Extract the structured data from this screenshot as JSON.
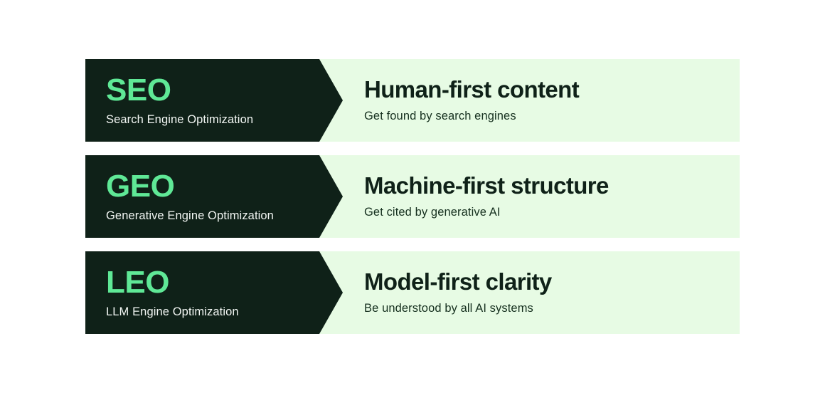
{
  "palette": {
    "canvas": "#ffffff",
    "panel_light": "#e7fbe4",
    "panel_dark": "#0f2118",
    "accent_green": "#5fe896",
    "text_on_dark": "#f2f6f3",
    "text_on_light": "#16301f",
    "title_on_light": "#0f2118"
  },
  "rows": [
    {
      "acronym": "SEO",
      "expansion": "Search Engine Optimization",
      "title": "Human-first content",
      "subtitle": "Get found by search engines"
    },
    {
      "acronym": "GEO",
      "expansion": "Generative Engine Optimization",
      "title": "Machine-first structure",
      "subtitle": "Get cited by generative AI"
    },
    {
      "acronym": "LEO",
      "expansion": "LLM Engine Optimization",
      "title": "Model-first clarity",
      "subtitle": "Be understood by all AI systems"
    }
  ]
}
